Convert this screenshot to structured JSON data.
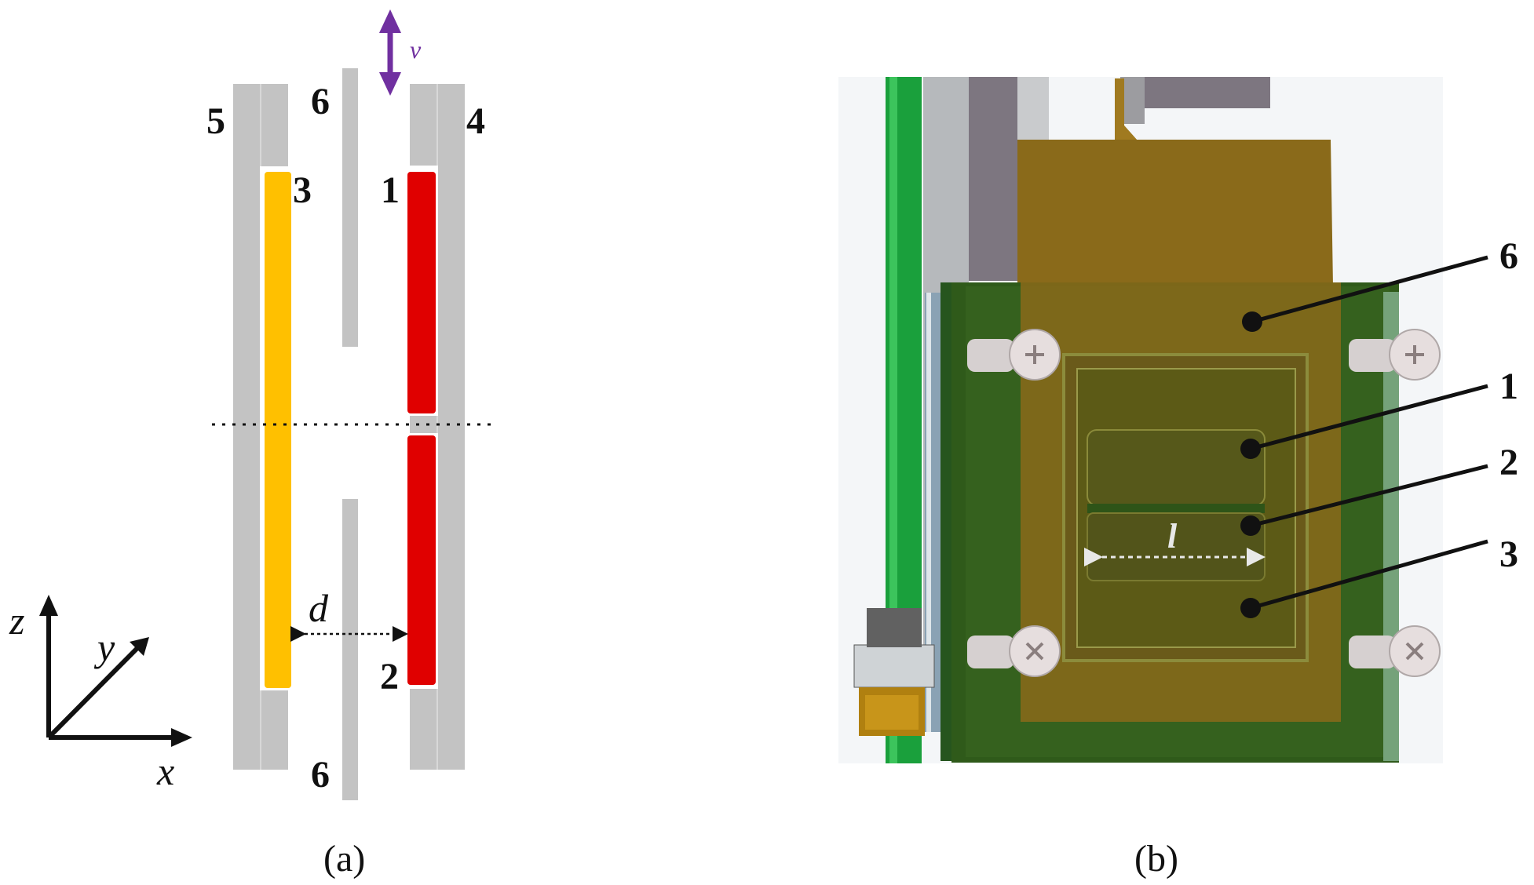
{
  "panel_a": {
    "caption": "(a)",
    "labels": {
      "l1": "1",
      "l2": "2",
      "l3": "3",
      "l4": "4",
      "l5": "5",
      "l6_top": "6",
      "l6_bottom": "6"
    },
    "velocity_symbol": "v",
    "gap_symbol": "d",
    "axes": {
      "x": "x",
      "y": "y",
      "z": "z"
    },
    "colors": {
      "electrode_1_2": "#e00000",
      "electrode_3": "#ffc000",
      "plate": "#c0c0c0",
      "velocity_arrow": "#7030a0"
    }
  },
  "panel_b": {
    "caption": "(b)",
    "labels": {
      "l6": "6",
      "l1": "1",
      "l2": "2",
      "l3": "3"
    },
    "length_symbol": "l",
    "colors": {
      "green_rod": "#1aa03c",
      "bracket": "#8a6a1a",
      "board": "#2f5a1a"
    }
  }
}
